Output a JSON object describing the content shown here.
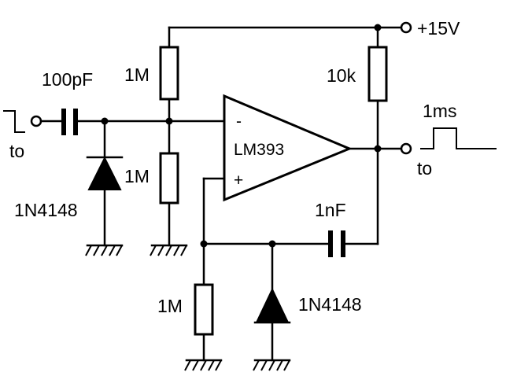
{
  "labels": {
    "supply": "+15V",
    "r_top": "1M",
    "r_bottom": "1M",
    "r_feedback": "1M",
    "r_pullup": "10k",
    "c_input": "100pF",
    "c_feedback": "1nF",
    "d_input": "1N4148",
    "d_feedback": "1N4148",
    "opamp": "LM393",
    "pin_minus": "-",
    "pin_plus": "+",
    "input_to": "to",
    "output_to": "to",
    "pulse_width": "1ms"
  }
}
